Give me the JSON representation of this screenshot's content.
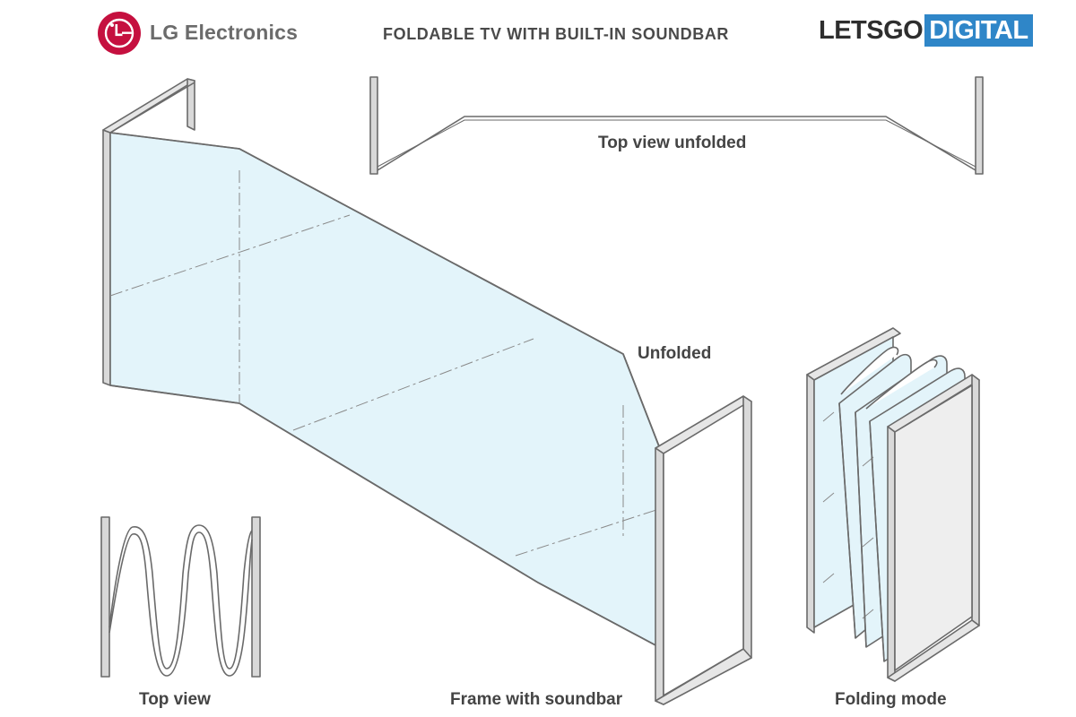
{
  "header": {
    "brand_name": "LG Electronics",
    "logo_glyph": "LG",
    "title": "FOLDABLE TV WITH BUILT-IN SOUNDBAR",
    "source_logo_part1": "LETSGO",
    "source_logo_part2": "DIGITAL"
  },
  "captions": {
    "top_view_unfolded": "Top view unfolded",
    "unfolded": "Unfolded",
    "top_view": "Top view",
    "frame_with_soundbar": "Frame with soundbar",
    "folding_mode": "Folding mode"
  },
  "colors": {
    "lg_red": "#c5103f",
    "screen_fill": "#e3f4fa",
    "frame_gray": "#d9d9d9",
    "line_gray": "#6a6a6a",
    "digital_blue": "#2f86c8"
  }
}
